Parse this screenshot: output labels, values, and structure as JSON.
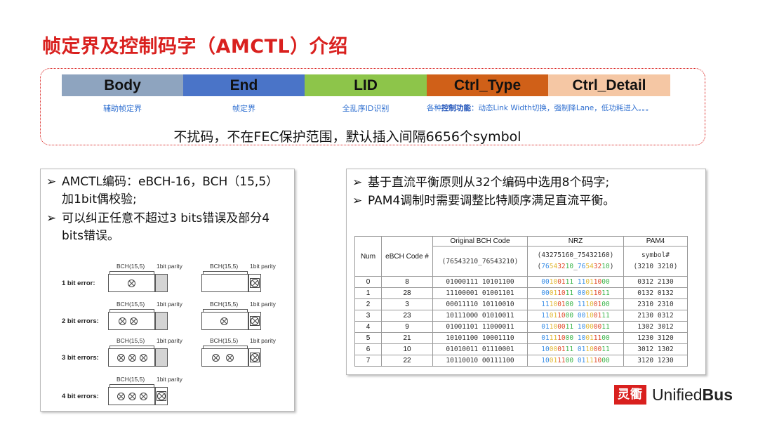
{
  "slide": {
    "title": "帧定界及控制码字（AMCTL）介绍"
  },
  "frame": {
    "segments": [
      {
        "label": "Body",
        "desc": "辅助帧定界",
        "color": "#8ea4bf"
      },
      {
        "label": "End",
        "desc": "帧定界",
        "color": "#4a74c8"
      },
      {
        "label": "LID",
        "desc": "全乱序ID识别",
        "color": "#8dc54a"
      },
      {
        "label": "Ctrl_Type",
        "desc_prefix": "各种",
        "desc_bold": "控制功能",
        "desc": "：动态Link Width切换，强制降Lane，低功耗进入。。。",
        "color": "#d06018"
      },
      {
        "label": "Ctrl_Detail",
        "desc": "",
        "color": "#f5c7a4"
      }
    ],
    "note": "不扰码，不在FEC保护范围，默认插入间隔6656个symbol"
  },
  "left_panel": {
    "bullets": [
      {
        "arrow": "➢",
        "text": "AMCTL编码：eBCH-16，BCH（15,5）加1bit偶校验;"
      },
      {
        "arrow": "➢",
        "text": "可以纠正任意不超过3 bits错误及部分4 bits错误。"
      }
    ],
    "diagram": {
      "bch_label": "BCH(15,5)",
      "parity_label": "1bit parity",
      "rows": [
        {
          "label": "1 bit error:"
        },
        {
          "label": "2 bit errors:"
        },
        {
          "label": "3 bit errors:"
        },
        {
          "label": "4 bit errors:"
        }
      ]
    }
  },
  "right_panel": {
    "bullets": [
      {
        "arrow": "➢",
        "text": "基于直流平衡原则从32个编码中选用8个码字;"
      },
      {
        "arrow": "➢",
        "text": "PAM4调制时需要调整比特顺序满足直流平衡。"
      }
    ],
    "table": {
      "headers": {
        "num": "Num",
        "ebch": "eBCH Code #",
        "orig": "Original BCH Code",
        "orig_sub": "(76543210_76543210)",
        "nrz": "NRZ",
        "nrz_sub1": "(43275160_75432160)",
        "nrz_sub2": "(76543210_76543210)",
        "pam4": "PAM4",
        "pam4_sub1": "symbol#",
        "pam4_sub2": "(3210 3210)"
      },
      "rows": [
        {
          "num": "0",
          "code": "8",
          "orig": "01000111 10101100",
          "nrz": "00100111 11011000",
          "pam4": "0312 2130"
        },
        {
          "num": "1",
          "code": "28",
          "orig": "11100001 01001101",
          "nrz": "00011011 00011011",
          "pam4": "0132 0132"
        },
        {
          "num": "2",
          "code": "3",
          "orig": "00011110 10110010",
          "nrz": "11100100 11100100",
          "pam4": "2310 2310"
        },
        {
          "num": "3",
          "code": "23",
          "orig": "10111000 01010011",
          "nrz": "11011000 00100111",
          "pam4": "2130 0312"
        },
        {
          "num": "4",
          "code": "9",
          "orig": "01001101 11000011",
          "nrz": "01100011 10000011",
          "pam4": "1302 3012"
        },
        {
          "num": "5",
          "code": "21",
          "orig": "10101100 10001110",
          "nrz": "01111000 10011100",
          "pam4": "1230 3120"
        },
        {
          "num": "6",
          "code": "10",
          "orig": "01010011 01110001",
          "nrz": "10000111 01100011",
          "pam4": "3012 1302"
        },
        {
          "num": "7",
          "code": "22",
          "orig": "10110010 00111100",
          "nrz": "10011100 01111000",
          "pam4": "3120 1230"
        }
      ]
    }
  },
  "logo": {
    "mark": "灵衢",
    "text_a": "Unified",
    "text_b": "Bus"
  }
}
